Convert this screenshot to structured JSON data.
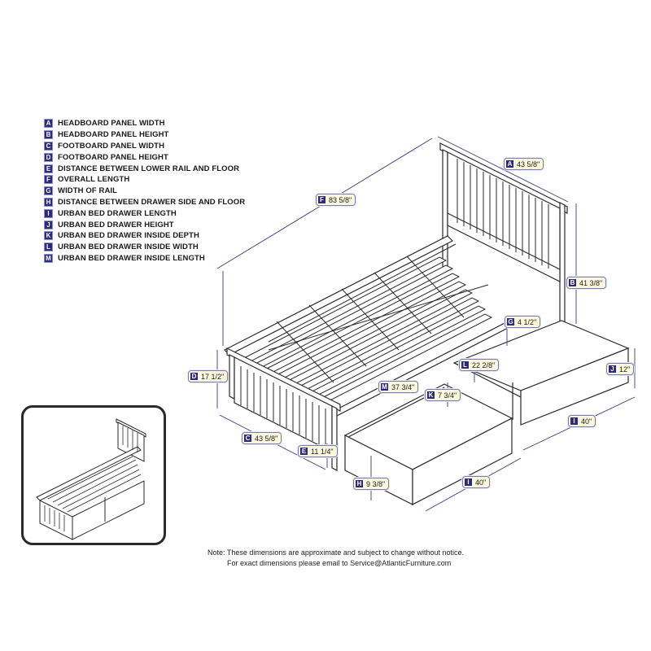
{
  "legend": [
    {
      "key": "A",
      "label": "HEADBOARD PANEL WIDTH"
    },
    {
      "key": "B",
      "label": "HEADBOARD PANEL HEIGHT"
    },
    {
      "key": "C",
      "label": "FOOTBOARD PANEL WIDTH"
    },
    {
      "key": "D",
      "label": "FOOTBOARD PANEL HEIGHT"
    },
    {
      "key": "E",
      "label": "DISTANCE BETWEEN LOWER RAIL AND FLOOR"
    },
    {
      "key": "F",
      "label": "OVERALL LENGTH"
    },
    {
      "key": "G",
      "label": "WIDTH OF RAIL"
    },
    {
      "key": "H",
      "label": "DISTANCE BETWEEN DRAWER SIDE AND FLOOR"
    },
    {
      "key": "I",
      "label": "URBAN BED DRAWER LENGTH"
    },
    {
      "key": "J",
      "label": "URBAN BED DRAWER HEIGHT"
    },
    {
      "key": "K",
      "label": "URBAN BED DRAWER INSIDE DEPTH"
    },
    {
      "key": "L",
      "label": "URBAN BED DRAWER INSIDE WIDTH"
    },
    {
      "key": "M",
      "label": "URBAN BED DRAWER INSIDE LENGTH"
    }
  ],
  "dimensions": {
    "A": {
      "key": "A",
      "value": "43 5/8\""
    },
    "B": {
      "key": "B",
      "value": "41 3/8\""
    },
    "C": {
      "key": "C",
      "value": "43 5/8\""
    },
    "D": {
      "key": "D",
      "value": "17 1/2\""
    },
    "E": {
      "key": "E",
      "value": "11 1/4\""
    },
    "F": {
      "key": "F",
      "value": "83 5/8\""
    },
    "G": {
      "key": "G",
      "value": "4 1/2\""
    },
    "H": {
      "key": "H",
      "value": "9 3/8\""
    },
    "I1": {
      "key": "I",
      "value": "40\""
    },
    "I2": {
      "key": "I",
      "value": "40\""
    },
    "J": {
      "key": "J",
      "value": "12\""
    },
    "K": {
      "key": "K",
      "value": "7 3/4\""
    },
    "L": {
      "key": "L",
      "value": "22 2/8\""
    },
    "M": {
      "key": "M",
      "value": "37 3/4\""
    }
  },
  "note": {
    "line1": "Note:  These dimensions are approximate and subject to change without notice.",
    "line2": "For exact dimensions please email to Service@AtlanticFurniture.com"
  },
  "colors": {
    "key_badge": "#2b2a7c",
    "callout_bg": "#fbf7dc",
    "dimension_line": "#3b3b8a",
    "line_art": "#2a2a2a"
  }
}
